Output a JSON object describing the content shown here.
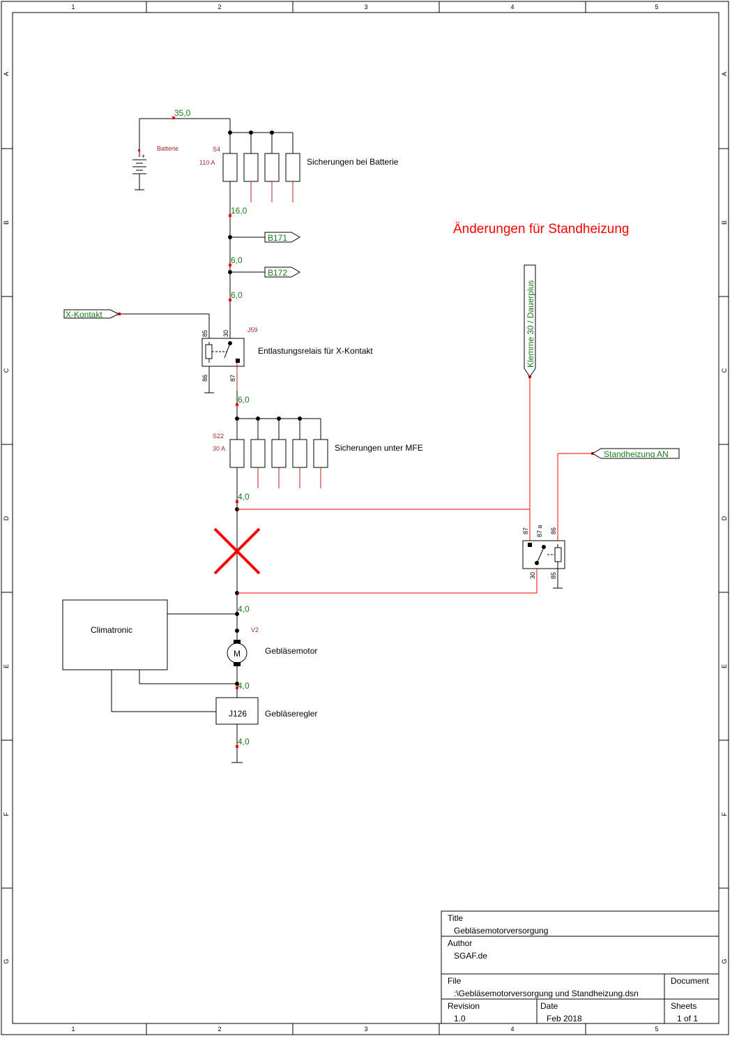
{
  "frame": {
    "columns": [
      "1",
      "2",
      "3",
      "4",
      "5"
    ],
    "rows": [
      "A",
      "B",
      "C",
      "D",
      "E",
      "F",
      "G"
    ]
  },
  "annotation": {
    "title": "Änderungen für Standheizung"
  },
  "battery": {
    "label": "Batterie"
  },
  "fuses_battery": {
    "ref": "S4",
    "rating": "110 A",
    "label": "Sicherungen bei Batterie"
  },
  "fuses_mfe": {
    "ref": "S22",
    "rating": "30 A",
    "label": "Sicherungen unter MFE"
  },
  "wire_sizes": {
    "w1": "35,0",
    "w2": "16,0",
    "w3": "6,0",
    "w4": "6,0",
    "w5": "6,0",
    "w6": "4,0",
    "w7": "4,0",
    "w8": "4,0",
    "w9": "4,0"
  },
  "ports": {
    "b171": "B171",
    "b172": "B172",
    "x_kontakt": "X-Kontakt",
    "klemme30": "Klemme 30 / Dauerplus",
    "standheizung": "Standheizung AN"
  },
  "relay_j59": {
    "ref": "J59",
    "label": "Entlastungsrelais für X-Kontakt",
    "pin85": "85",
    "pin30": "30",
    "pin86": "86",
    "pin87": "87"
  },
  "relay_sh": {
    "pin87": "87",
    "pin87a": "87 a",
    "pin86": "86",
    "pin30": "30",
    "pin85": "85"
  },
  "climatronic": {
    "label": "Climatronic"
  },
  "motor": {
    "ref": "V2",
    "symbol": "M",
    "label": "Gebläsemotor"
  },
  "regler": {
    "ref": "J126",
    "label": "Gebläseregler"
  },
  "title_block": {
    "title_label": "Title",
    "title_value": "Gebläsemotorversorgung",
    "author_label": "Author",
    "author_value": "SGAF.de",
    "file_label": "File",
    "file_value": ":\\Gebläsemotorversorgung und Standheizung.dsn",
    "document_label": "Document",
    "revision_label": "Revision",
    "revision_value": "1.0",
    "date_label": "Date",
    "date_value": "Feb 2018",
    "sheets_label": "Sheets",
    "sheets_value": "1 of 1"
  },
  "colors": {
    "wire": "#000000",
    "new_wire": "#ff0000",
    "label_green": "#1a7a1a",
    "ref_brown": "#a52a2a"
  }
}
